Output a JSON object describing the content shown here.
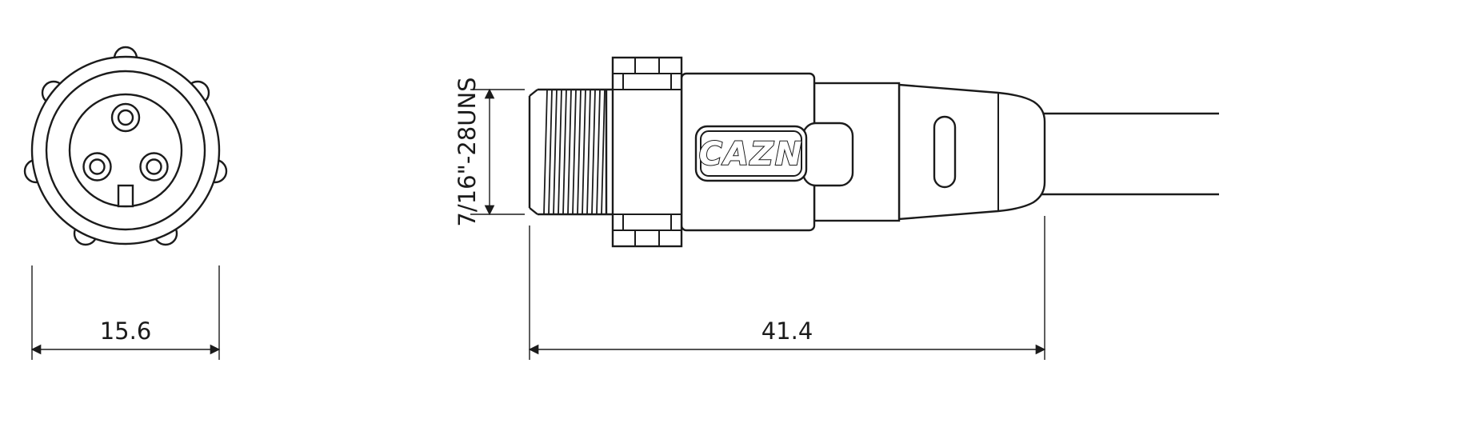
{
  "drawing": {
    "line_color": "#1b1b1b",
    "background_color": "#ffffff",
    "front_view": {
      "dimension_label": "15.6"
    },
    "side_view": {
      "thread_spec_label": "7/16\"-28UNS",
      "overall_length_label": "41.4",
      "brand_label": "CAZN"
    }
  }
}
